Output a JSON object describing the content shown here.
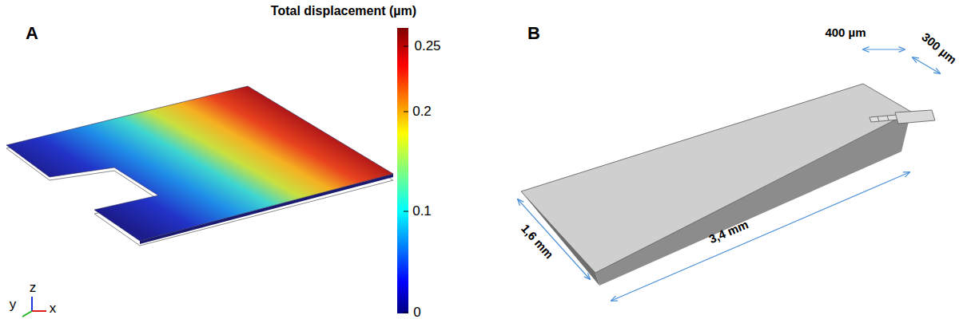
{
  "diagram": {
    "labels": [
      "A",
      "Total displacement (µm)",
      "0.25",
      "0.2",
      "0.1",
      "0",
      "y",
      "z",
      "x",
      "B",
      "400 µm",
      "300 µm",
      "1,6 mm",
      "3,4 mm"
    ]
  }
}
